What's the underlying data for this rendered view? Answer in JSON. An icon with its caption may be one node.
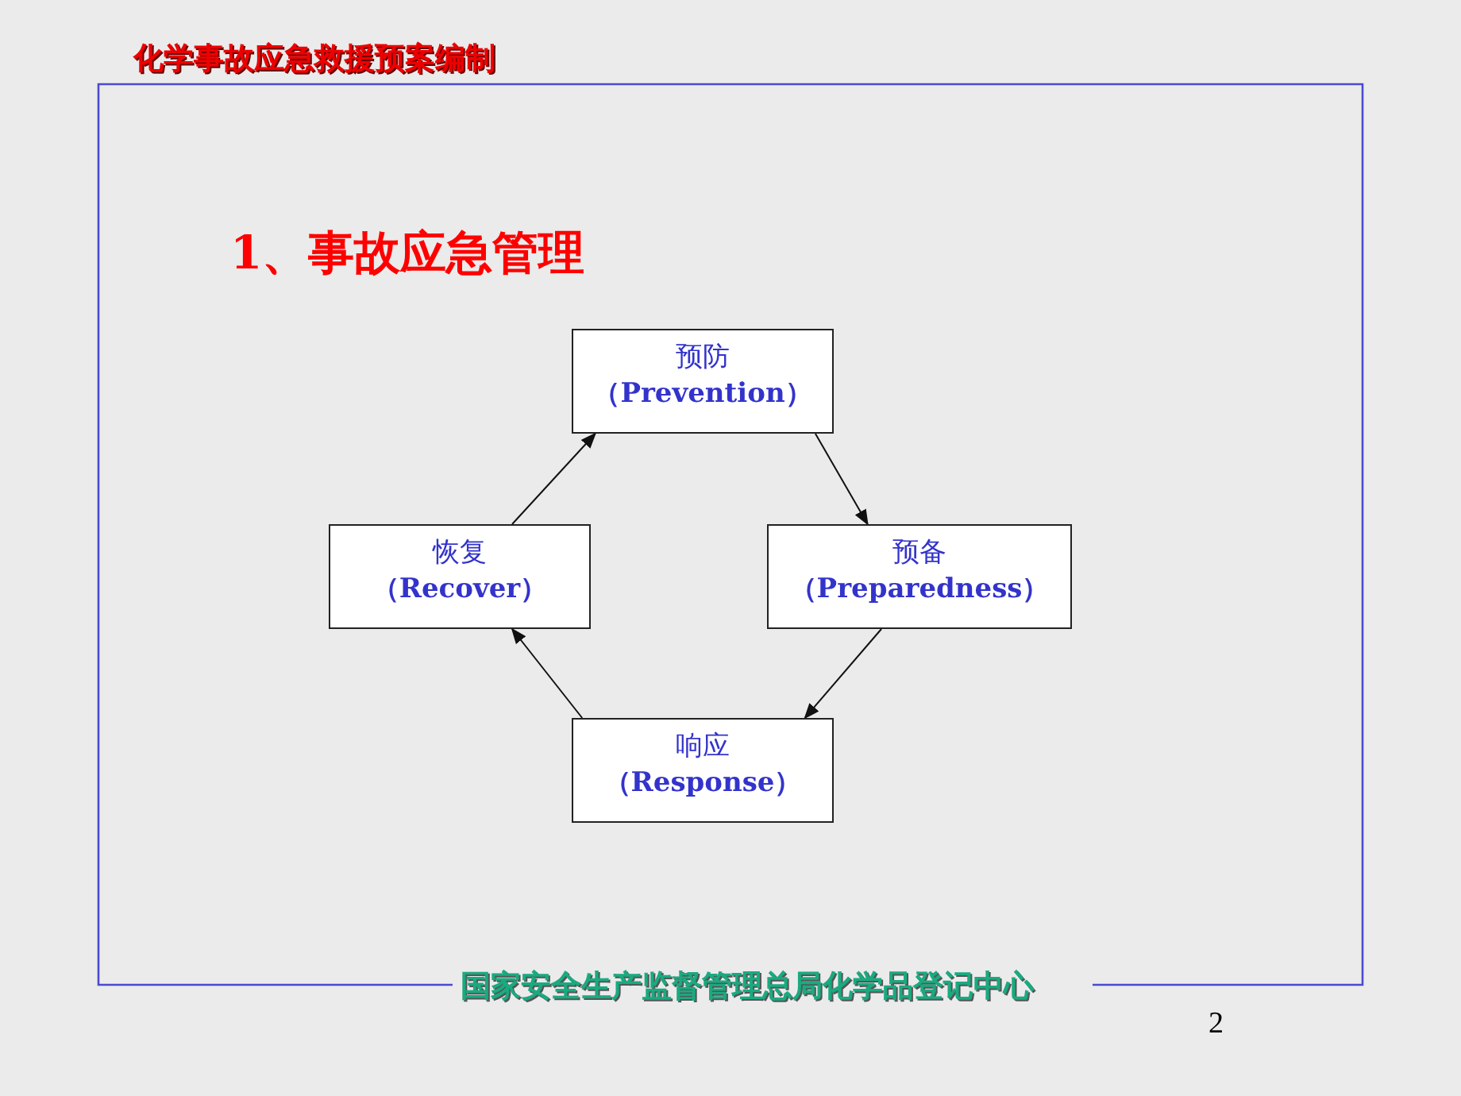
{
  "diagram": {
    "title": "1、事故应急管理",
    "nodes": [
      {
        "text": [
          "预防",
          "（Prevention）"
        ]
      },
      {
        "text": [
          "恢复",
          "（Recover）"
        ]
      },
      {
        "text": [
          "预备",
          "（Preparedness）"
        ]
      },
      {
        "text": [
          "响应",
          "（Response）"
        ]
      }
    ],
    "edges": [
      {
        "from": 0,
        "to": 2,
        "arrow": "to"
      },
      {
        "from": 2,
        "to": 3,
        "arrow": "to"
      },
      {
        "from": 3,
        "to": 1,
        "arrow": "to"
      },
      {
        "from": 1,
        "to": 0,
        "arrow": "to"
      }
    ],
    "labels": [
      "化学事故应急救援预案编制",
      "国家安全生产监督管理总局化学品登记中心",
      "2"
    ]
  }
}
